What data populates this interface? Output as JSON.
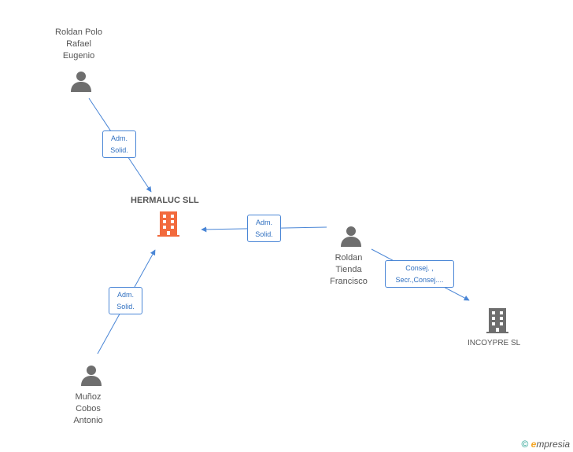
{
  "nodes": {
    "person_top": {
      "name": "Roldan Polo\nRafael\nEugenio"
    },
    "person_right": {
      "name": "Roldan\nTienda\nFrancisco"
    },
    "person_bottom": {
      "name": "Muñoz\nCobos\nAntonio"
    },
    "company_main": {
      "name": "HERMALUC SLL",
      "color": "#f26a3d"
    },
    "company_other": {
      "name": "INCOYPRE SL",
      "color": "#6e6e6e"
    }
  },
  "edges": {
    "top_to_main": {
      "line1": "Adm.",
      "line2": "Solid."
    },
    "right_to_main": {
      "line1": "Adm.",
      "line2": "Solid."
    },
    "bottom_to_main": {
      "line1": "Adm.",
      "line2": "Solid."
    },
    "right_to_other": {
      "line1": "Consej. ,",
      "line2": "Secr.,Consej...."
    }
  },
  "footer": {
    "copyright": "©",
    "brand_e": "e",
    "brand_rest": "mpresia"
  },
  "colors": {
    "edge": "#4a86d6",
    "person": "#6e6e6e"
  }
}
